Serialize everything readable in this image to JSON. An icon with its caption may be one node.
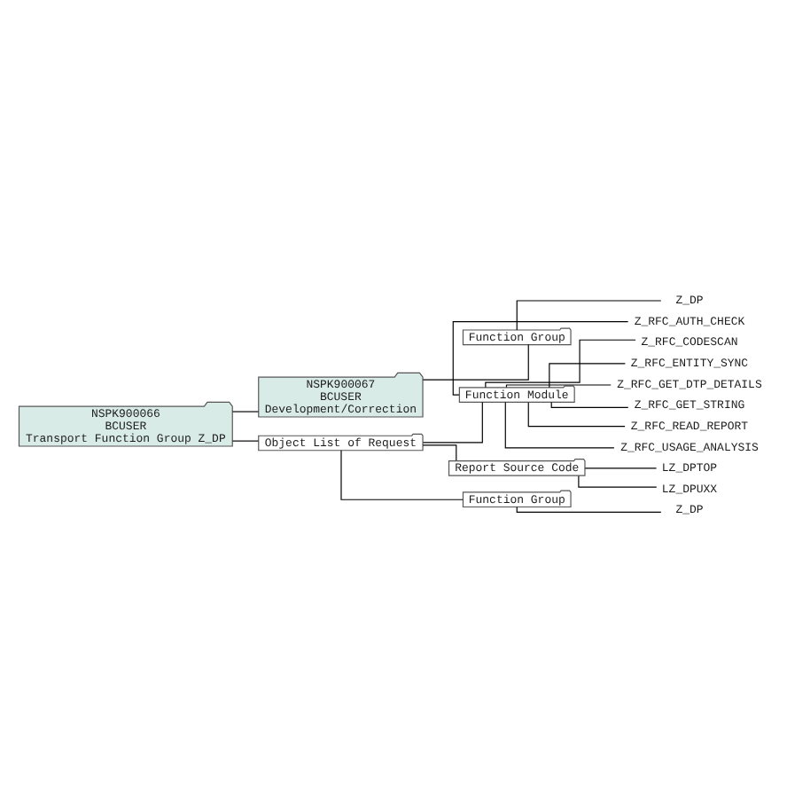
{
  "diagram": {
    "nodes": [
      {
        "text": [
          "NSPK900066",
          "BCUSER",
          "Transport Function Group Z_DP"
        ]
      },
      {
        "text": [
          "NSPK900067",
          "BCUSER",
          "Development/Correction"
        ]
      },
      {
        "text": [
          "Function Group"
        ]
      },
      {
        "text": [
          "Z_DP"
        ]
      },
      {
        "text": [
          "Object List of Request"
        ]
      },
      {
        "text": [
          "Function Module"
        ]
      },
      {
        "text": [
          "Z_RFC_AUTH_CHECK"
        ]
      },
      {
        "text": [
          "Z_RFC_CODESCAN"
        ]
      },
      {
        "text": [
          "Z_RFC_ENTITY_SYNC"
        ]
      },
      {
        "text": [
          "Z_RFC_GET_DTP_DETAILS"
        ]
      },
      {
        "text": [
          "Z_RFC_GET_STRING"
        ]
      },
      {
        "text": [
          "Z_RFC_READ_REPORT"
        ]
      },
      {
        "text": [
          "Z_RFC_USAGE_ANALYSIS"
        ]
      },
      {
        "text": [
          "Report Source Code"
        ]
      },
      {
        "text": [
          "LZ_DPTOP"
        ]
      },
      {
        "text": [
          "LZ_DPUXX"
        ]
      },
      {
        "text": [
          "Function Group"
        ]
      },
      {
        "text": [
          "Z_DP"
        ]
      }
    ],
    "edges": [
      {
        "from": 0,
        "to": 1,
        "arrow": "none"
      },
      {
        "from": 1,
        "to": 2,
        "arrow": "none"
      },
      {
        "from": 2,
        "to": 3,
        "arrow": "none"
      },
      {
        "from": 0,
        "to": 4,
        "arrow": "none"
      },
      {
        "from": 4,
        "to": 5,
        "arrow": "none"
      },
      {
        "from": 5,
        "to": 6,
        "arrow": "none"
      },
      {
        "from": 5,
        "to": 7,
        "arrow": "none"
      },
      {
        "from": 5,
        "to": 8,
        "arrow": "none"
      },
      {
        "from": 5,
        "to": 9,
        "arrow": "none"
      },
      {
        "from": 5,
        "to": 10,
        "arrow": "none"
      },
      {
        "from": 5,
        "to": 11,
        "arrow": "none"
      },
      {
        "from": 5,
        "to": 12,
        "arrow": "none"
      },
      {
        "from": 4,
        "to": 13,
        "arrow": "none"
      },
      {
        "from": 13,
        "to": 14,
        "arrow": "none"
      },
      {
        "from": 13,
        "to": 15,
        "arrow": "none"
      },
      {
        "from": 4,
        "to": 16,
        "arrow": "none"
      },
      {
        "from": 16,
        "to": 17,
        "arrow": "none"
      }
    ]
  }
}
